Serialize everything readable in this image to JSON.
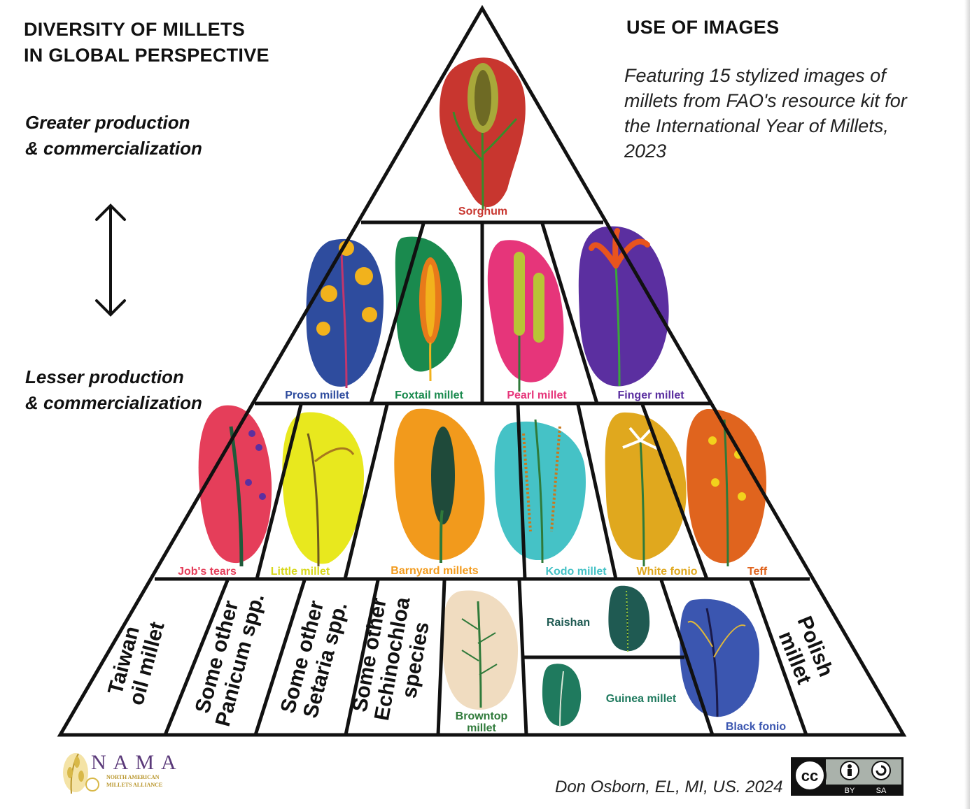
{
  "header": {
    "title_line1": "DIVERSITY OF MILLETS",
    "title_line2": "IN GLOBAL PERSPECTIVE"
  },
  "scale": {
    "greater_line1": "Greater production",
    "greater_line2": "& commercialization",
    "lesser_line1": "Lesser production",
    "lesser_line2": "& commercialization"
  },
  "use_of_images": {
    "title": "USE OF IMAGES",
    "text": "Featuring 15 stylized images of millets from FAO's resource kit for the International Year of Millets, 2023"
  },
  "tiers": {
    "top": [
      {
        "label": "Sorghum",
        "color": "#c8362f"
      }
    ],
    "second": [
      {
        "label": "Proso millet",
        "color": "#2e4c9e"
      },
      {
        "label": "Foxtail millet",
        "color": "#1a8a4e"
      },
      {
        "label": "Pearl millet",
        "color": "#e6357a"
      },
      {
        "label": "Finger millet",
        "color": "#5b2fa0"
      }
    ],
    "third": [
      {
        "label": "Job's tears",
        "color": "#e53e5a"
      },
      {
        "label": "Little millet",
        "color": "#d8d81a"
      },
      {
        "label": "Barnyard millets",
        "color": "#f29a1c"
      },
      {
        "label": "Kodo millet",
        "color": "#45c2c6"
      },
      {
        "label": "White fonio",
        "color": "#e0a81e"
      },
      {
        "label": "Teff",
        "color": "#e0641e"
      }
    ],
    "bottom_text": [
      {
        "line1": "Taiwan",
        "line2": "oil millet"
      },
      {
        "line1": "Some other",
        "line2": "Panicum spp."
      },
      {
        "line1": "Some other",
        "line2": "Setaria spp."
      },
      {
        "line1": "Some other",
        "line2": "Echinochloa",
        "line3": "species"
      },
      {
        "line1": "Polish",
        "line2": "millet"
      }
    ],
    "bottom_images": [
      {
        "line1": "Browntop",
        "line2": "millet",
        "color": "#2f7a3a"
      },
      {
        "label": "Raishan",
        "color": "#1f5a52"
      },
      {
        "label": "Guinea millet",
        "color": "#1f7a5e"
      },
      {
        "label": "Black fonio",
        "color": "#3b56b0"
      }
    ]
  },
  "footer": {
    "credit": "Don Osborn, EL, MI, US. 2024",
    "logo_word": "NAMA",
    "logo_sub1": "NORTH AMERICAN",
    "logo_sub2": "MILLETS ALLIANCE",
    "license_cc": "cc",
    "license_by": "BY",
    "license_sa": "SA"
  }
}
